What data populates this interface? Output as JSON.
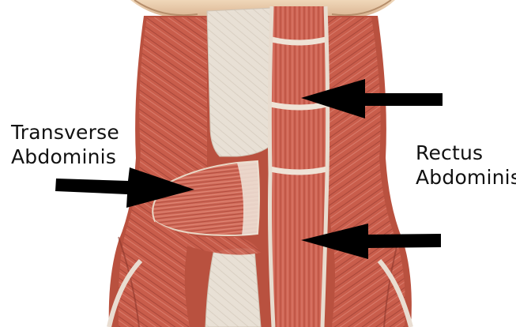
{
  "labels": {
    "transverse_line1": "Transverse",
    "transverse_line2": "Abdominis",
    "rectus_line1": "Rectus",
    "rectus_line2": "Abdominis"
  },
  "icons": {
    "arrows": [
      "arrow-rectus-upper-icon",
      "arrow-transverse-icon",
      "arrow-rectus-lower-icon"
    ]
  },
  "colors": {
    "muscle": "#c85a47",
    "muscle_dark": "#9f3d30",
    "fascia": "#e6ddd2",
    "skin": "#e7c7a6",
    "arrow": "#000000",
    "background": "#ffffff"
  }
}
